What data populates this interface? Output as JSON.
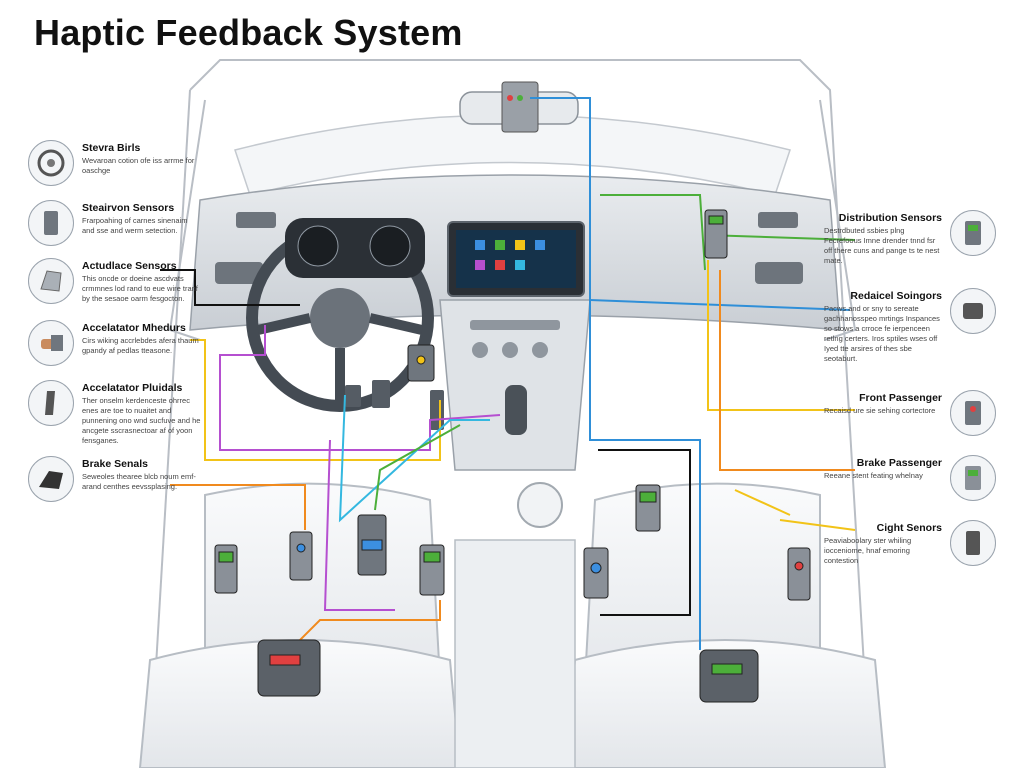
{
  "title": "Haptic Feedback System",
  "callouts_left": [
    {
      "name": "Stevra Birls",
      "desc": "Wevaroan cotion ofe iss arrme for oaschge",
      "icon": "steering-wheel-icon"
    },
    {
      "name": "Steairvon Sensors",
      "desc": "Frarpoahing of carnes sinenaim and sse and werm setection.",
      "icon": "sensor-module-icon"
    },
    {
      "name": "Actudlace Sensors",
      "desc": "This oncde or doeine ascdvats crmmnes lod rand to eue wire tranf by the sesaoe oarm fesgocton.",
      "icon": "seat-actuator-icon"
    },
    {
      "name": "Accelatator Mhedurs",
      "desc": "Cirs wiking accrlebdes afera thaum gpandy af pedlas tteasone.",
      "icon": "hand-control-icon"
    },
    {
      "name": "Accelatator Pluidals",
      "desc": "Ther onselm kerdenceste ohrrec enes are toe to nuaitet and punnening ono wnd sucfuve and he ancgete sscrasnectoar af of yoon fensganes.",
      "icon": "pedal-icon"
    },
    {
      "name": "Brake Senals",
      "desc": "Seweoles thearee blcb noum emf-arand centhes eevssplasing.",
      "icon": "brake-pedal-icon"
    }
  ],
  "callouts_right": [
    {
      "name": "Distribution Sensors",
      "desc": "Destrdbuted ssbies plng Fecrefoous Imne drender tnnd fsr off there cuns and pange ts te nest mate.",
      "icon": "distribution-module-icon"
    },
    {
      "name": "Redaicel Soingors",
      "desc": "Pacws and or sny to sereate gachhanosspeo mrtings Inspances so stows a crroce fe ierpenceen retlng certers. Iros sptiles wses off Iyed tte arsires of thes sbe seotaburt.",
      "icon": "radial-sensor-icon"
    },
    {
      "name": "Front Passenger",
      "desc": "Recaisd ure sie sehing cortectore",
      "icon": "passenger-module-icon"
    },
    {
      "name": "Brake Passenger",
      "desc": "Reeane stent feating whelnay",
      "icon": "brake-passenger-icon"
    },
    {
      "name": "Cight Senors",
      "desc": "Peaviaboolary ster whiling iocceniome, hnaf emoring contestion",
      "icon": "light-sensor-icon"
    }
  ],
  "wire_colors": {
    "blue": "#2f8fd8",
    "green": "#4caf3a",
    "yellow": "#f2c318",
    "orange": "#f08a1e",
    "purple": "#b54fd0",
    "black": "#111111",
    "red": "#e04040",
    "cyan": "#34b8e0"
  }
}
